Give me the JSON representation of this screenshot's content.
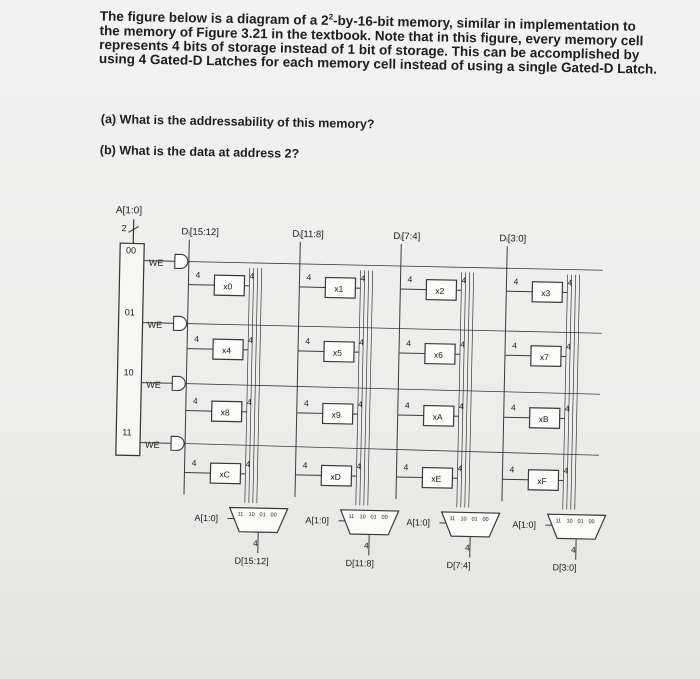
{
  "problem": {
    "intro_a": "The figure below is a diagram of a 2",
    "intro_sup": "2",
    "intro_b": "-by-16-bit memory, similar in implementation to the memory of Figure 3.21 in the textbook. Note that in this figure, every memory cell represents 4 bits of storage instead of 1 bit of storage. This can be accomplished by using 4 Gated-D Latches for each memory cell instead of using a single Gated-D Latch.",
    "question_a": "(a) What is the addressability of this memory?",
    "question_b": "(b) What is the data at address 2?"
  },
  "diagram": {
    "address_label": "A[1:0]",
    "address_width": "2",
    "rows": [
      "00",
      "01",
      "10",
      "11"
    ],
    "we_label": "WE",
    "input_buses": [
      "Dᵢ[15:12]",
      "Dᵢ[11:8]",
      "Dᵢ[7:4]",
      "Dᵢ[3:0]"
    ],
    "cells": [
      [
        "x0",
        "x1",
        "x2",
        "x3"
      ],
      [
        "x4",
        "x5",
        "x6",
        "x7"
      ],
      [
        "x8",
        "x9",
        "xA",
        "xB"
      ],
      [
        "xC",
        "xD",
        "xE",
        "xF"
      ]
    ],
    "bus_width": "4",
    "mux_select_label": "A[1:0]",
    "mux_inputs": [
      "11",
      "10",
      "01",
      "00"
    ],
    "output_buses": [
      "D[15:12]",
      "D[11:8]",
      "D[7:4]",
      "D[3:0]"
    ]
  }
}
